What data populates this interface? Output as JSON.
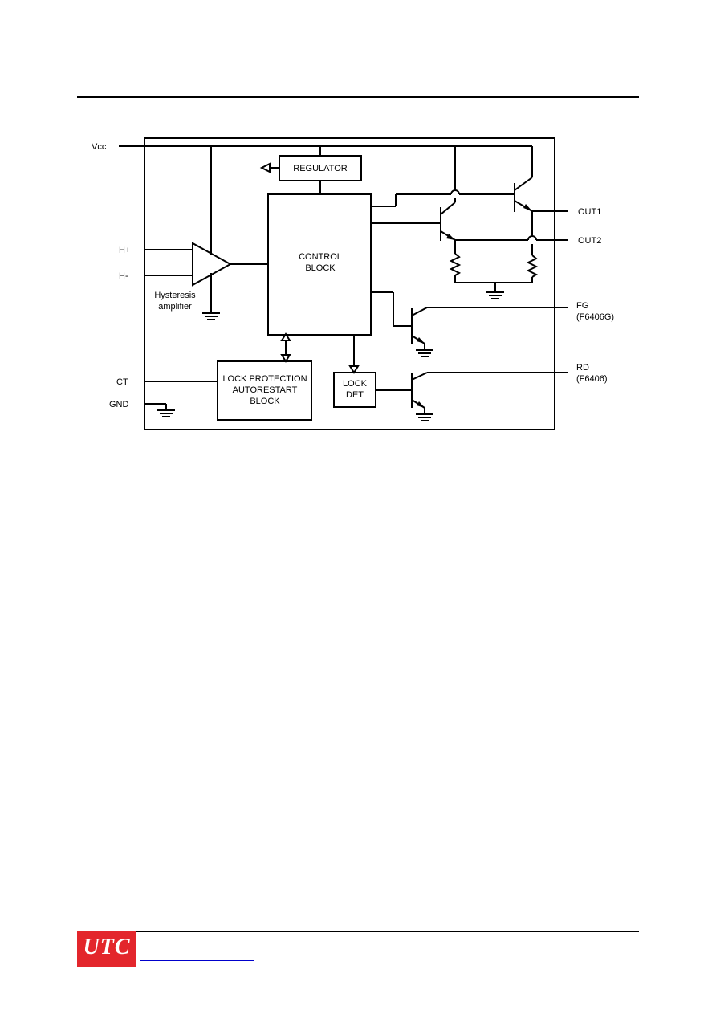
{
  "diagram": {
    "pins": {
      "vcc": "Vcc",
      "h_plus": "H+",
      "h_minus": "H-",
      "ct": "CT",
      "gnd": "GND",
      "out1": "OUT1",
      "out2": "OUT2",
      "fg": "FG",
      "fg_variant": "(F6406G)",
      "rd": "RD",
      "rd_variant": "(F6406)"
    },
    "blocks": {
      "regulator": "REGULATOR",
      "control_line1": "CONTROL",
      "control_line2": "BLOCK",
      "lock_protection_line1": "LOCK PROTECTION",
      "lock_protection_line2": "AUTORESTART",
      "lock_protection_line3": "BLOCK",
      "lock_det_line1": "LOCK",
      "lock_det_line2": "DET"
    },
    "amplifier": {
      "label_line1": "Hysteresis",
      "label_line2": "amplifier"
    }
  },
  "footer": {
    "logo_text": "UTC"
  }
}
